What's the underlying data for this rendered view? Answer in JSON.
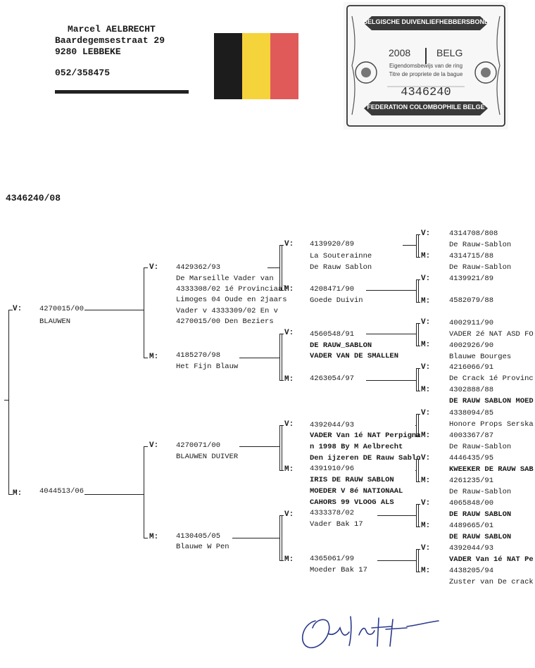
{
  "owner": {
    "name": "Marcel AELBRECHT",
    "street": "Baardegemsestraat 29",
    "city": "9280  LEBBEKE",
    "phone": "052/358475"
  },
  "flag": {
    "name": "belgian-flag",
    "colors": [
      "#1c1c1c",
      "#f5d33a",
      "#e05a5a"
    ]
  },
  "card": {
    "header": "BELGISCHE DUIVENLIEFHEBBERSBOND",
    "year": "2008",
    "country": "BELG",
    "line1": "Eigendomsbewijs van de ring",
    "line2": "Titre de propriete de la bague",
    "ring": "4346240",
    "footer": "FEDERATION COLOMBOPHILE BELGE"
  },
  "pigeon_id": "4346240/08",
  "labels": {
    "father": "V:",
    "mother": "M:"
  },
  "pedigree": {
    "gen1": {
      "V": {
        "ring": "4270015/00",
        "lines": [
          "BLAUWEN"
        ]
      },
      "M": {
        "ring": "4044513/06",
        "lines": []
      }
    },
    "gen2": {
      "VV": {
        "ring": "4429362/93",
        "lines": [
          "De Marseille Vader van",
          "4333308/02 1é Provinciaal",
          "Limoges 04 Oude en 2jaars",
          "Vader v 4333309/02 En v",
          "4270015/00 Den Beziers"
        ]
      },
      "VM": {
        "ring": "4185270/98",
        "lines": [
          "Het Fijn Blauw"
        ]
      },
      "MV": {
        "ring": "4270071/00",
        "lines": [
          "BLAUWEN DUIVER"
        ]
      },
      "MM": {
        "ring": "4130405/05",
        "lines": [
          "Blauwe W Pen"
        ]
      }
    },
    "gen3": {
      "VVV": {
        "ring": "4139920/89",
        "lines": [
          "La Souterainne",
          "De Rauw Sablon"
        ]
      },
      "VVM": {
        "ring": "4208471/90",
        "lines": [
          "Goede Duivin"
        ]
      },
      "VMV": {
        "ring": "4560548/91",
        "lines": [
          "DE RAUW_SABLON",
          "VADER VAN DE SMALLEN"
        ]
      },
      "VMM": {
        "ring": "4263054/97",
        "lines": []
      },
      "MVV": {
        "ring": "4392044/93",
        "lines": [
          "VADER Van 1é NAT Perpigna",
          "n 1998 By M Aelbrecht",
          "Den ijzeren DE Rauw Sablo"
        ]
      },
      "MVM": {
        "ring": "4391910/96",
        "lines": [
          "IRIS DE RAUW SABLON",
          "MOEDER V 8é NATIONAAL",
          "CAHORS 99 VLOOG ALS"
        ]
      },
      "MMV": {
        "ring": "4333378/02",
        "lines": [
          "Vader Bak 17"
        ]
      },
      "MMM": {
        "ring": "4365061/99",
        "lines": [
          "Moeder Bak 17"
        ]
      }
    },
    "gen4": {
      "VVVV": {
        "ring": "4314708/808",
        "lines": [
          "De Rauw-Sablon"
        ]
      },
      "VVVM": {
        "ring": "4314715/88",
        "lines": [
          "De Rauw-Sablon"
        ]
      },
      "VVMV": {
        "ring": "4139921/89",
        "lines": []
      },
      "VVMM": {
        "ring": "4582079/88",
        "lines": []
      },
      "VMVV": {
        "ring": "4002911/90",
        "lines": [
          "VADER 2é NAT ASD FO"
        ]
      },
      "VMVM": {
        "ring": "4002926/90",
        "lines": [
          "Blauwe Bourges"
        ]
      },
      "VMMV": {
        "ring": "4216066/91",
        "lines": [
          "De Crack 1é Provinc"
        ]
      },
      "VMMM": {
        "ring": "4302888/88",
        "lines": [
          "DE RAUW SABLON MOED"
        ]
      },
      "MVVV": {
        "ring": "4338094/85",
        "lines": [
          "Honore Props Serska"
        ]
      },
      "MVVM": {
        "ring": "4003367/87",
        "lines": [
          "De Rauw-Sablon"
        ]
      },
      "MVMV": {
        "ring": "4446435/95",
        "lines": [
          "KWEEKER DE RAUW SAB"
        ]
      },
      "MVMM": {
        "ring": "4261235/91",
        "lines": [
          "De Rauw-Sablon"
        ]
      },
      "MMVV": {
        "ring": "4065848/00",
        "lines": [
          "DE RAUW SABLON"
        ]
      },
      "MMVM": {
        "ring": "4489665/01",
        "lines": [
          "DE RAUW SABLON"
        ]
      },
      "MMMV": {
        "ring": "4392044/93",
        "lines": [
          "VADER Van 1é NAT Pe"
        ]
      },
      "MMMM": {
        "ring": "4438205/94",
        "lines": [
          "Zuster van De crack"
        ]
      }
    }
  }
}
